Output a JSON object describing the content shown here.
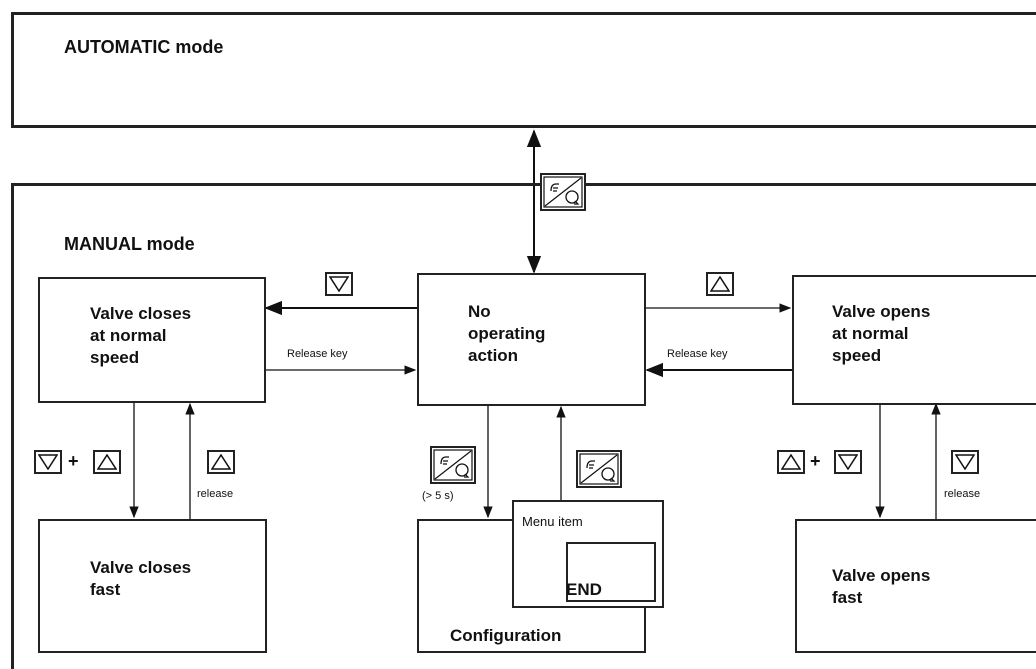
{
  "automatic_mode": {
    "title": "AUTOMATIC mode"
  },
  "manual_mode": {
    "title": "MANUAL mode"
  },
  "boxes": {
    "valve_closes_normal": [
      "Valve closes",
      "at normal",
      "speed"
    ],
    "no_operating_action": [
      "No",
      "operating",
      "action"
    ],
    "valve_opens_normal": [
      "Valve opens",
      "at normal",
      "speed"
    ],
    "valve_closes_fast": [
      "Valve closes",
      "fast"
    ],
    "valve_opens_fast": [
      "Valve opens",
      "fast"
    ],
    "configuration": "Configuration",
    "menu_item": "Menu item",
    "end": "END"
  },
  "labels": {
    "release_key_left": "Release key",
    "release_key_right": "Release key",
    "release_left": "release",
    "release_right": "release",
    "hold_time": "(> 5 s)",
    "plus": "+"
  },
  "icons": {
    "down_key": "down-triangle-key",
    "up_key": "up-triangle-key",
    "manual_auto_key": "hand-auto-toggle-key"
  }
}
